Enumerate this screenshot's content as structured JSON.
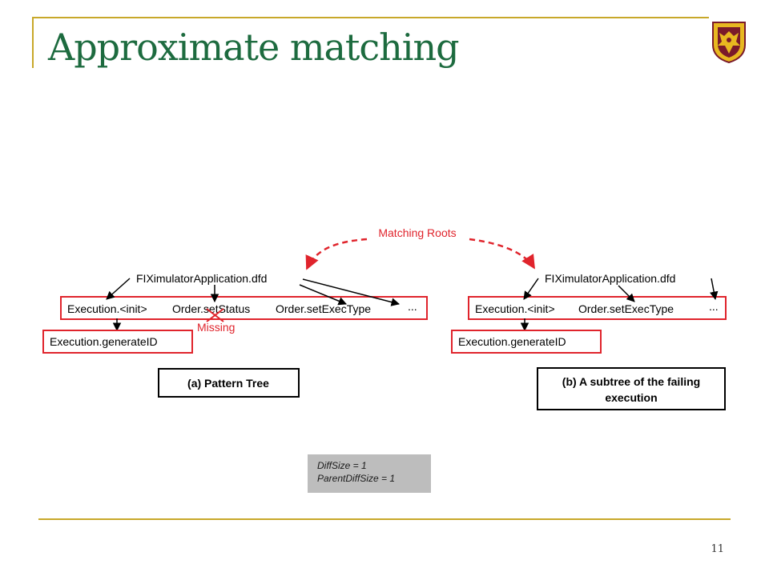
{
  "slide": {
    "title": "Approximate matching",
    "page_number": "11"
  },
  "diagram": {
    "matching_label": "Matching Roots",
    "pattern_tree": {
      "root": "FIXimulatorApplication.dfd",
      "children": [
        "Execution.<init>",
        "Order.setStatus",
        "Order.setExecType",
        "..."
      ],
      "grandchild": "Execution.generateID",
      "missing_label": "Missing",
      "caption": "(a) Pattern Tree"
    },
    "failing_tree": {
      "root": "FIXimulatorApplication.dfd",
      "children": [
        "Execution.<init>",
        "Order.setExecType",
        "..."
      ],
      "grandchild": "Execution.generateID",
      "caption_lines": [
        "(b) A subtree of the failing",
        "execution"
      ]
    }
  },
  "stats": {
    "diff_size": "DiffSize = 1",
    "parent_diff_size": "ParentDiffSize = 1"
  },
  "colors": {
    "title": "#1d6b3f",
    "frame_rule": "#c8a82a",
    "highlight_red": "#e0242c",
    "stats_box": "#bdbdbd",
    "crest_gold": "#e8b820",
    "crest_maroon": "#7a1a2a"
  },
  "icons": {
    "crest": "university-crest-icon"
  }
}
